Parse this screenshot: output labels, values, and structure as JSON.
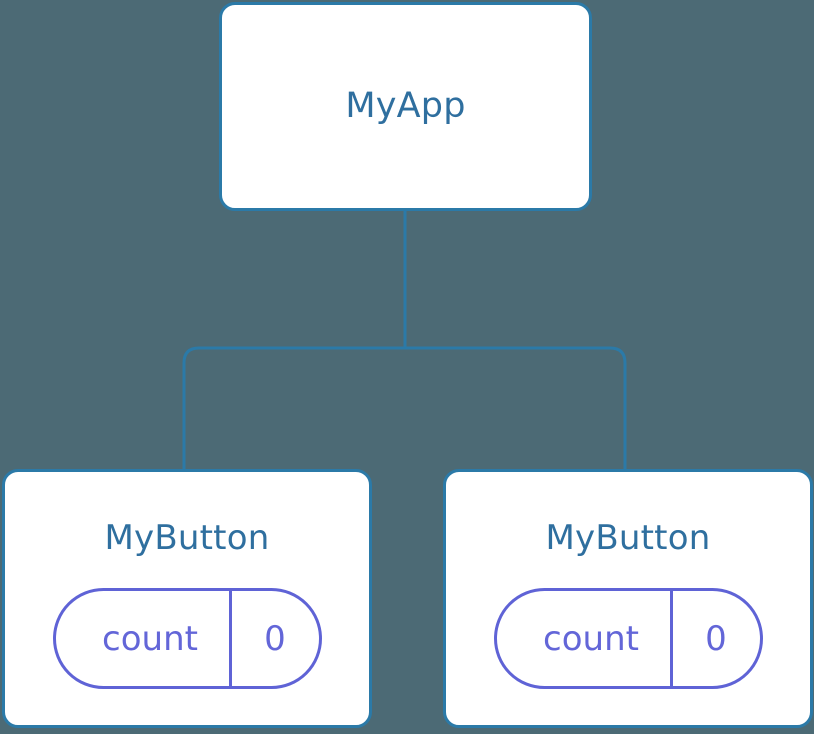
{
  "diagram": {
    "type": "component-tree",
    "background_color": "#4c6a75",
    "node_border_color": "#2b7aa8",
    "node_fill_color": "#ffffff",
    "node_title_color": "#2f6f9f",
    "edge_color": "#2b7aa8",
    "state_pill_color": "#6366d8",
    "root": {
      "title": "MyApp"
    },
    "children": [
      {
        "title": "MyButton",
        "state": {
          "key": "count",
          "value": "0"
        }
      },
      {
        "title": "MyButton",
        "state": {
          "key": "count",
          "value": "0"
        }
      }
    ]
  }
}
